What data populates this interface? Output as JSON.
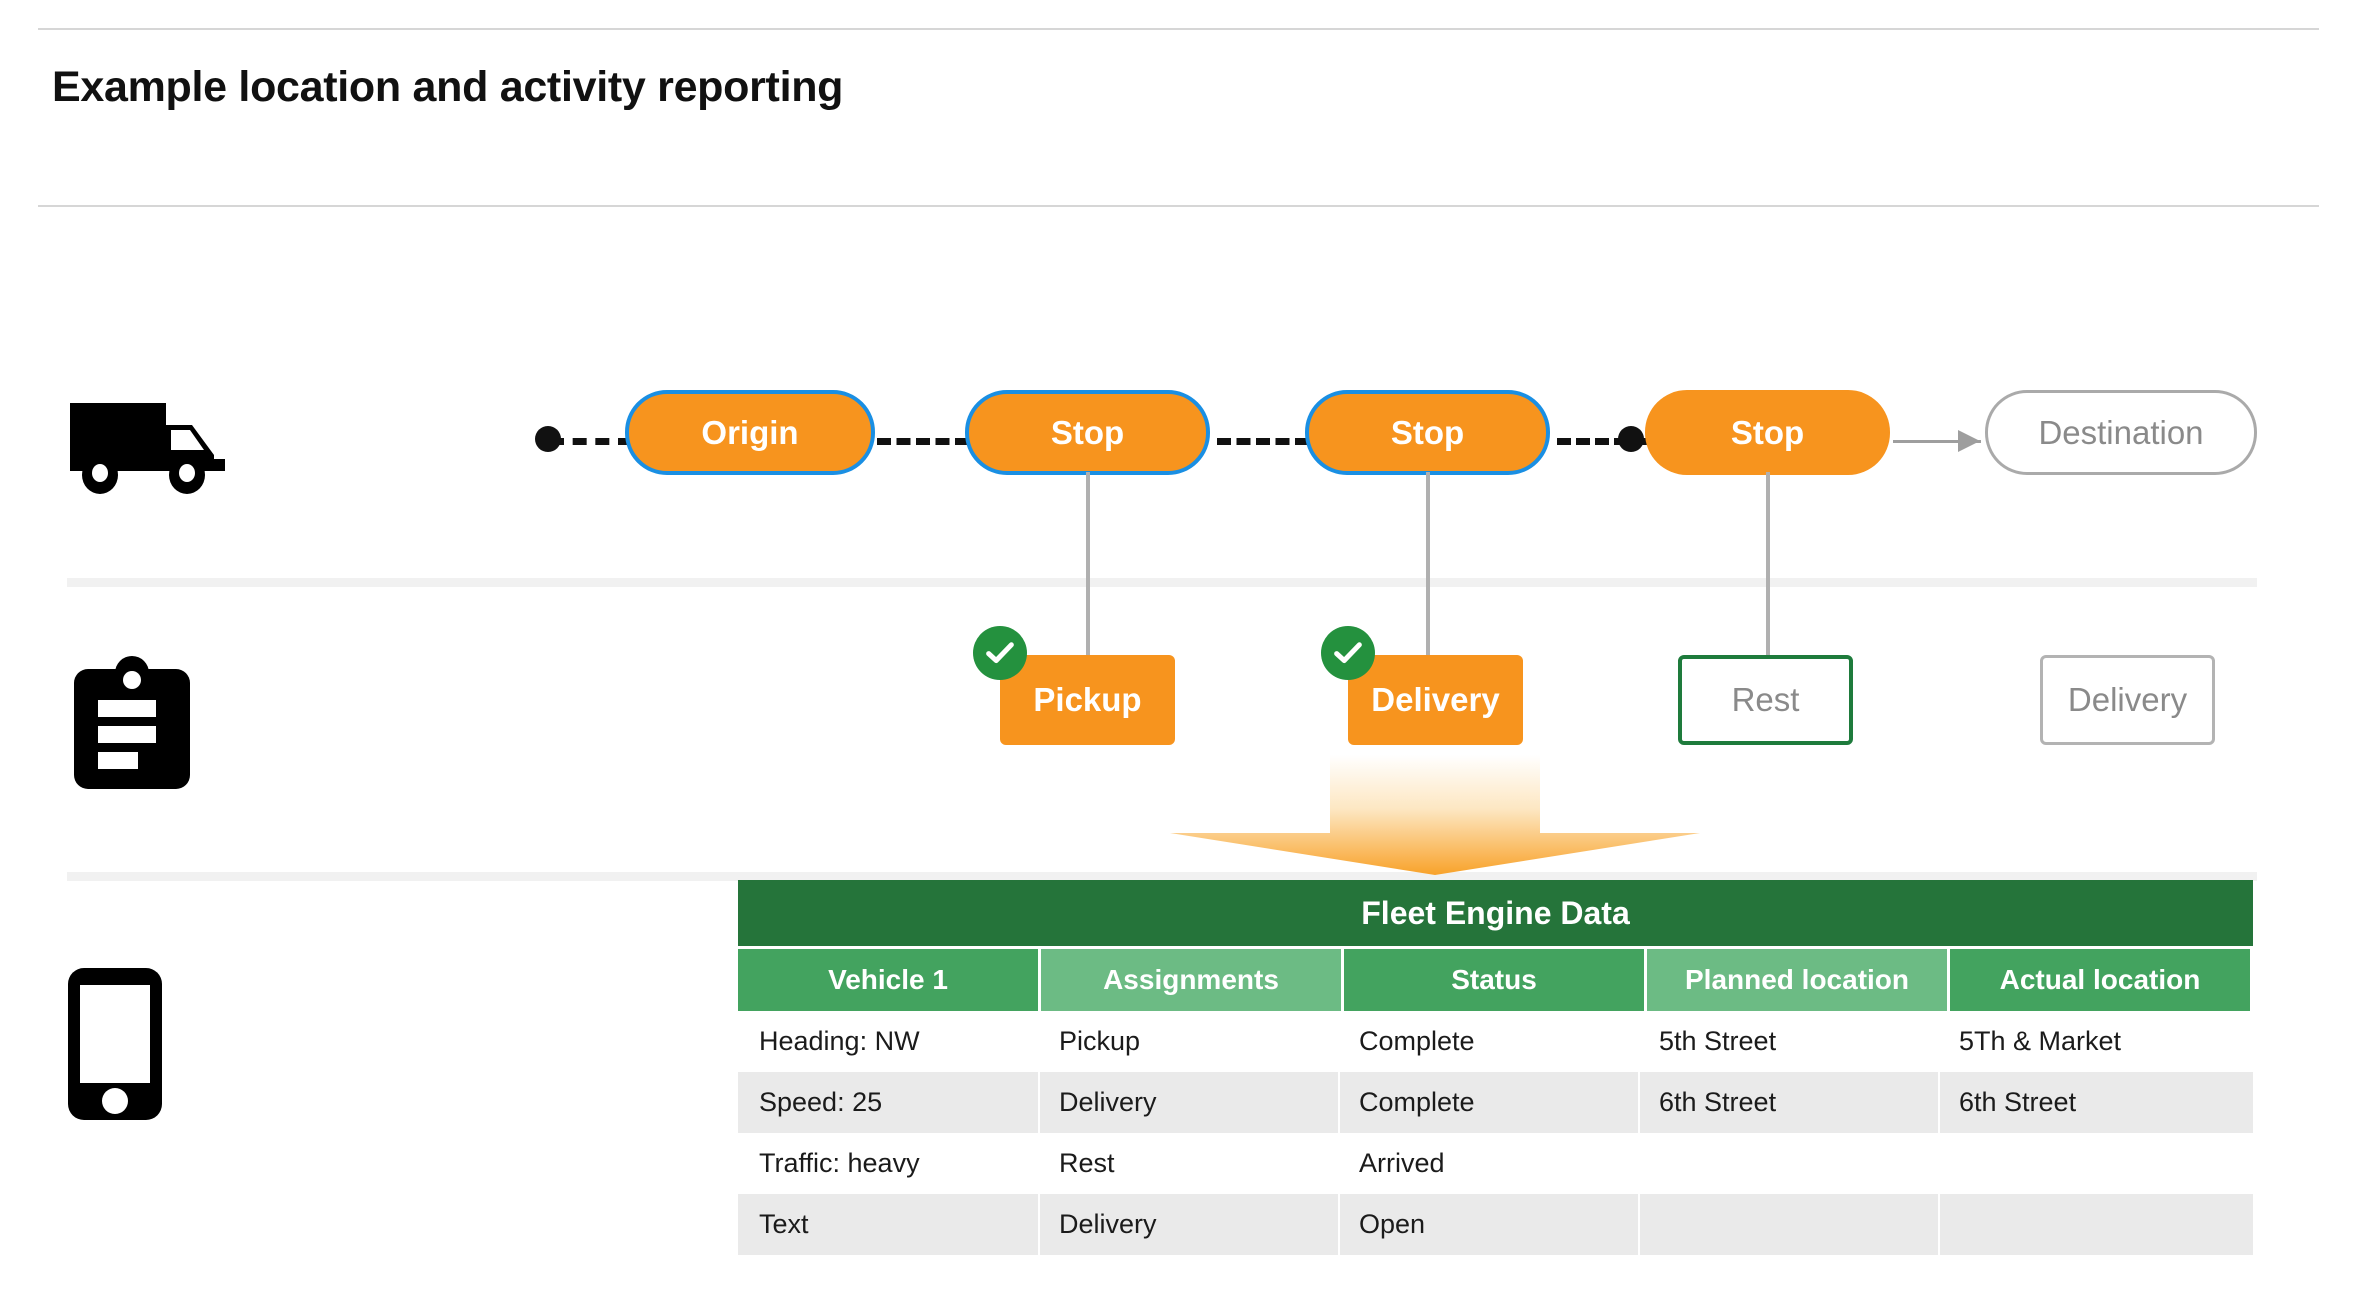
{
  "page": {
    "title": "Example location and activity reporting"
  },
  "rails": [
    {
      "icon": "truck-icon",
      "label": "vehicle"
    },
    {
      "icon": "clipboard-icon",
      "label": "assignments"
    },
    {
      "icon": "phone-icon",
      "label": "device"
    }
  ],
  "route": {
    "nodes": [
      {
        "label": "Origin",
        "style": "orange"
      },
      {
        "label": "Stop",
        "style": "orange"
      },
      {
        "label": "Stop",
        "style": "orange"
      },
      {
        "label": "Stop",
        "style": "orange-plain"
      },
      {
        "label": "Destination",
        "style": "ghost"
      }
    ]
  },
  "activities": [
    {
      "label": "Pickup",
      "style": "filled",
      "completed": true
    },
    {
      "label": "Delivery",
      "style": "filled",
      "completed": true
    },
    {
      "label": "Rest",
      "style": "outline-green",
      "completed": false
    },
    {
      "label": "Delivery",
      "style": "outline-gray",
      "completed": false
    }
  ],
  "table": {
    "title": "Fleet Engine Data",
    "columns": [
      "Vehicle 1",
      "Assignments",
      "Status",
      "Planned location",
      "Actual location"
    ],
    "rows": [
      [
        "Heading: NW",
        "Pickup",
        "Complete",
        "5th Street",
        "5Th & Market"
      ],
      [
        "Speed: 25",
        "Delivery",
        "Complete",
        "6th Street",
        "6th Street"
      ],
      [
        "Traffic: heavy",
        "Rest",
        "Arrived",
        "",
        ""
      ],
      [
        "Text",
        "Delivery",
        "Open",
        "",
        ""
      ]
    ]
  },
  "colors": {
    "orange": "#f7941e",
    "blue_border": "#1a8fe3",
    "green_dark": "#25743a",
    "green_header_a": "#43a35f",
    "green_header_b": "#6cbb84",
    "green_check": "#24913e",
    "ghost_border": "#aaaaaa",
    "ghost_text": "#8a8a8a",
    "row_alt": "#eaeaea",
    "divider": "#f1f1f1"
  }
}
